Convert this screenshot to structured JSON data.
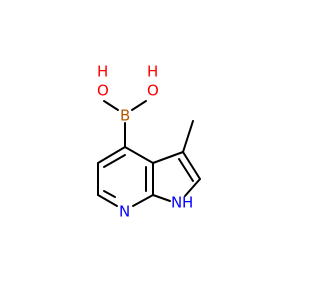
{
  "molecule": {
    "colors": {
      "bond": "#000000",
      "oxygen": "#ff0000",
      "nitrogen": "#0000ff",
      "boron": "#b45a00",
      "background": "#ffffff"
    },
    "labels": {
      "oh_left_o": "O",
      "oh_left_h": "H",
      "oh_right_o": "O",
      "oh_right_h": "H",
      "boron": "B",
      "pyridine_n": "N",
      "pyrrole_n": "N",
      "pyrrole_h": "H"
    }
  }
}
